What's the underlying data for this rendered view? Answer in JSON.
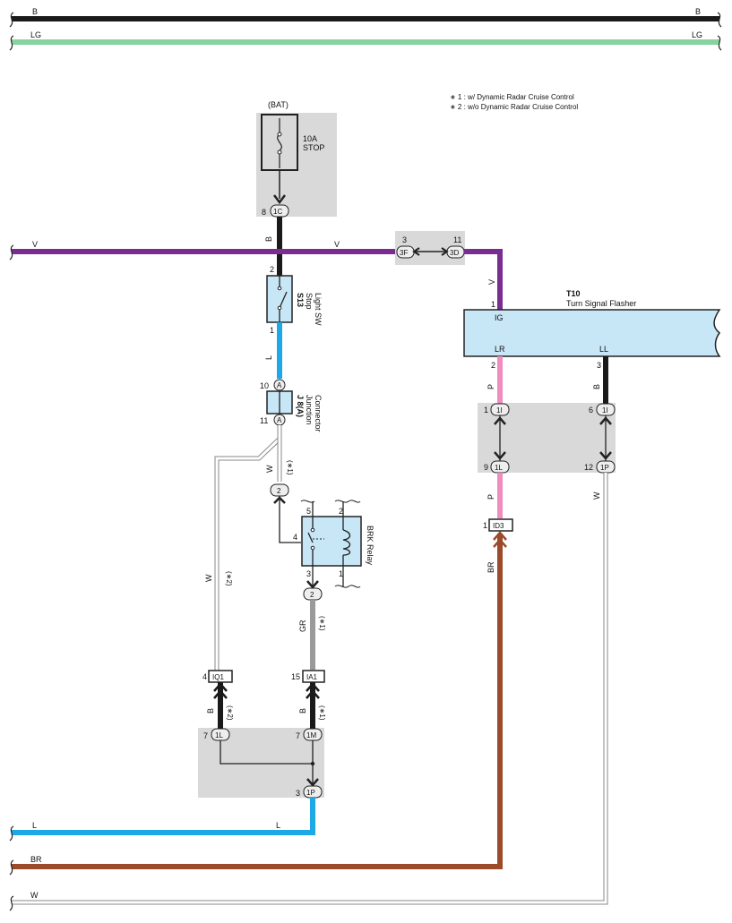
{
  "colors": {
    "B": "#1a1a1a",
    "LG": "#86d3a0",
    "V": "#7a2d91",
    "L": "#1ea8e6",
    "P": "#f08cc0",
    "BR": "#9b4a2a",
    "W": "#ffffff",
    "GR": "#9a9a9a",
    "shade": "#d9d9d9",
    "component": "#c7e6f6"
  },
  "wires": {
    "top_b": "B",
    "top_lg": "LG",
    "left_v": "V",
    "bottom_l": "L",
    "bottom_br": "BR",
    "bottom_w": "W"
  },
  "legend": {
    "note1": "∗ 1 : w/ Dynamic Radar Cruise Control",
    "note2": "∗ 2 : w/o Dynamic Radar Cruise Control"
  },
  "fuse": {
    "source": "(BAT)",
    "rating": "10A",
    "name": "STOP",
    "pin": "8",
    "connector": "1C"
  },
  "stop_sw": {
    "code": "S13",
    "name1": "Stop",
    "name2": "Light SW",
    "pin_top": "2",
    "pin_bottom": "1",
    "wire_in": "B",
    "wire_out": "L"
  },
  "junction": {
    "code": "J 8(A)",
    "name1": "Junction",
    "name2": "Connector",
    "pin_top": "10",
    "pin_bottom": "11",
    "letter": "A"
  },
  "splice": {
    "pin_left": "3",
    "pin_right": "11",
    "conn_left": "3F",
    "conn_right": "3D",
    "wire": "V"
  },
  "flasher": {
    "code": "T10",
    "name": "Turn Signal Flasher",
    "ig": "IG",
    "lr": "LR",
    "ll": "LL",
    "pin_ig": "1",
    "pin_lr": "2",
    "pin_ll": "3",
    "wire_ig": "V",
    "wire_lr": "P",
    "wire_ll": "B"
  },
  "right_block": {
    "pin_tl": "1",
    "conn_tl": "1I",
    "pin_tr": "6",
    "conn_tr": "1I",
    "pin_bl": "9",
    "conn_bl": "1L",
    "pin_br": "12",
    "conn_br": "1P",
    "wire_p": "P",
    "wire_w": "W"
  },
  "id3": {
    "pin": "1",
    "name": "ID3",
    "wire": "BR"
  },
  "relay": {
    "name": "BRK Relay",
    "pin5": "5",
    "pin2": "2",
    "pin4": "4",
    "pin3": "3",
    "pin1": "1",
    "conn_top": "2",
    "conn_bottom": "2"
  },
  "w_branch": {
    "wire": "W",
    "note": "(∗1)"
  },
  "w_branch2": {
    "wire": "W",
    "note": "(∗2)"
  },
  "gr_branch": {
    "wire": "GR",
    "note": "(∗1)"
  },
  "iq1": {
    "pin": "4",
    "name": "IQ1"
  },
  "ia1": {
    "pin": "15",
    "name": "IA1"
  },
  "lower_block": {
    "pin_l": "7",
    "conn_l": "1L",
    "pin_m": "7",
    "conn_m": "1M",
    "pin_p": "3",
    "conn_p": "1P",
    "wire_b1": "B",
    "wire_b2": "B",
    "note1": "(∗2)",
    "note2": "(∗1)"
  }
}
